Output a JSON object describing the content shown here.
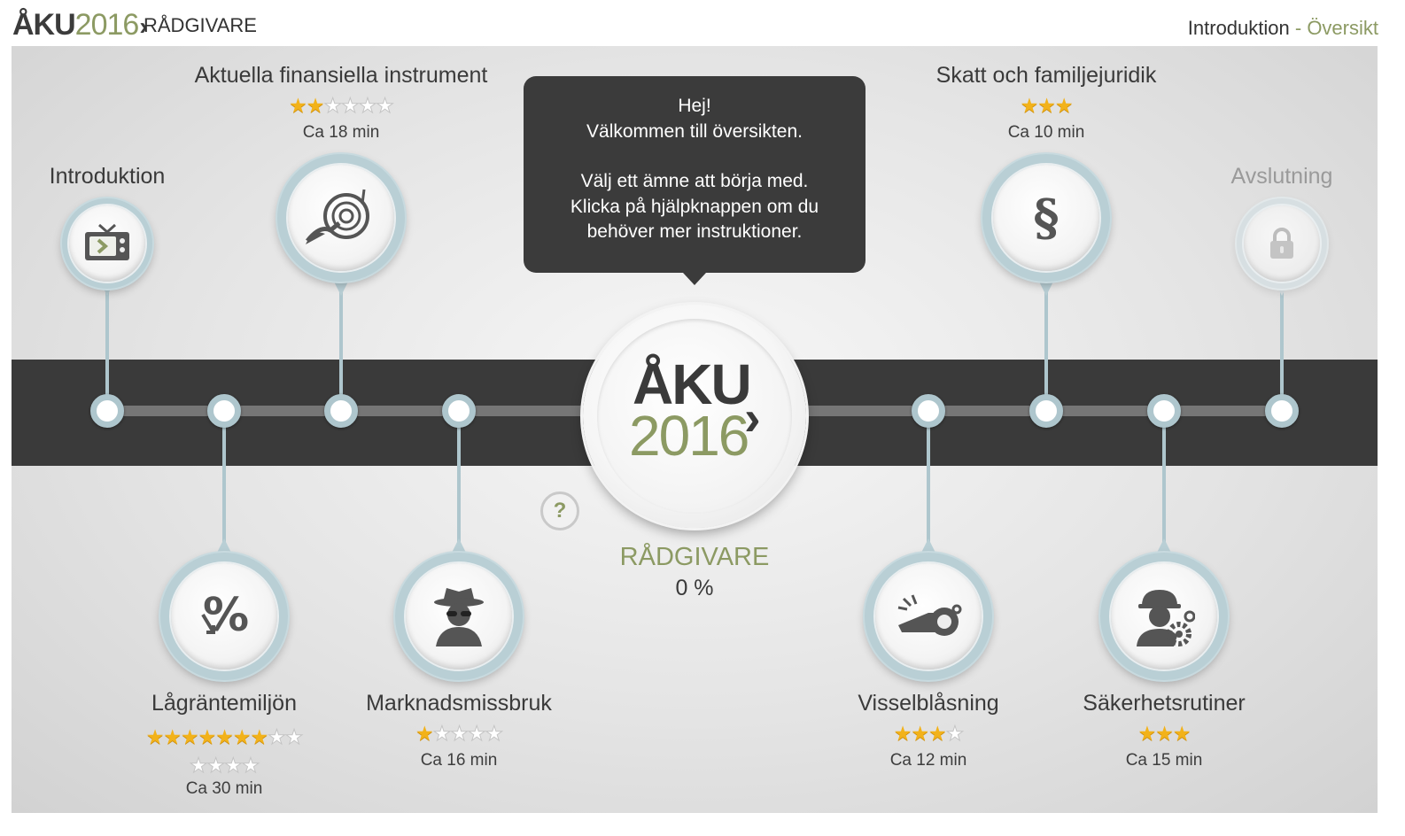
{
  "header": {
    "logo_main": "ÅKU",
    "logo_year": "2016",
    "logo_chevron": "›",
    "role": "RÅDGIVARE",
    "crumb_current": "Introduktion",
    "crumb_separator": " - ",
    "crumb_link": "Översikt"
  },
  "tooltip": {
    "line1": "Hej!",
    "line2": "Välkommen till översikten.",
    "line3": "Välj ett ämne att börja med.",
    "line4": "Klicka på hjälpknappen om du",
    "line5": "behöver mer instruktioner."
  },
  "center": {
    "logo_main": "ÅKU",
    "logo_year": "2016",
    "logo_chevron": "›",
    "label": "RÅDGIVARE",
    "progress_text": "0 %",
    "progress_value": 0
  },
  "help": {
    "label": "?"
  },
  "modules": [
    {
      "id": "introduktion",
      "title": "Introduktion",
      "icon": "tv-play-icon",
      "stars_filled": 0,
      "stars_total": 0,
      "time": "",
      "locked": false
    },
    {
      "id": "lagrantemiljon",
      "title": "Lågräntemiljön",
      "icon": "percent-down-icon",
      "stars_filled": 7,
      "stars_total": 13,
      "time": "Ca 30 min",
      "locked": false
    },
    {
      "id": "aktuella",
      "title": "Aktuella finansiella instrument",
      "icon": "french-horn-icon",
      "stars_filled": 2,
      "stars_total": 6,
      "time": "Ca 18 min",
      "locked": false
    },
    {
      "id": "marknadsmissbruk",
      "title": "Marknadsmissbruk",
      "icon": "spy-icon",
      "stars_filled": 1,
      "stars_total": 5,
      "time": "Ca 16 min",
      "locked": false
    },
    {
      "id": "visselblasning",
      "title": "Visselblåsning",
      "icon": "whistle-icon",
      "stars_filled": 3,
      "stars_total": 4,
      "time": "Ca 12 min",
      "locked": false
    },
    {
      "id": "skatt",
      "title": "Skatt och familjejuridik",
      "icon": "paragraph-icon",
      "stars_filled": 3,
      "stars_total": 3,
      "time": "Ca 10 min",
      "locked": false
    },
    {
      "id": "sakerhetsrutiner",
      "title": "Säkerhetsrutiner",
      "icon": "worker-gear-icon",
      "stars_filled": 3,
      "stars_total": 3,
      "time": "Ca 15 min",
      "locked": false
    },
    {
      "id": "avslutning",
      "title": "Avslutning",
      "icon": "lock-icon",
      "stars_filled": 0,
      "stars_total": 0,
      "time": "",
      "locked": true
    }
  ],
  "colors": {
    "accent": "#8c9a63",
    "band": "#3a3a3a",
    "connector": "#aec6cd",
    "star": "#f2b21a"
  }
}
